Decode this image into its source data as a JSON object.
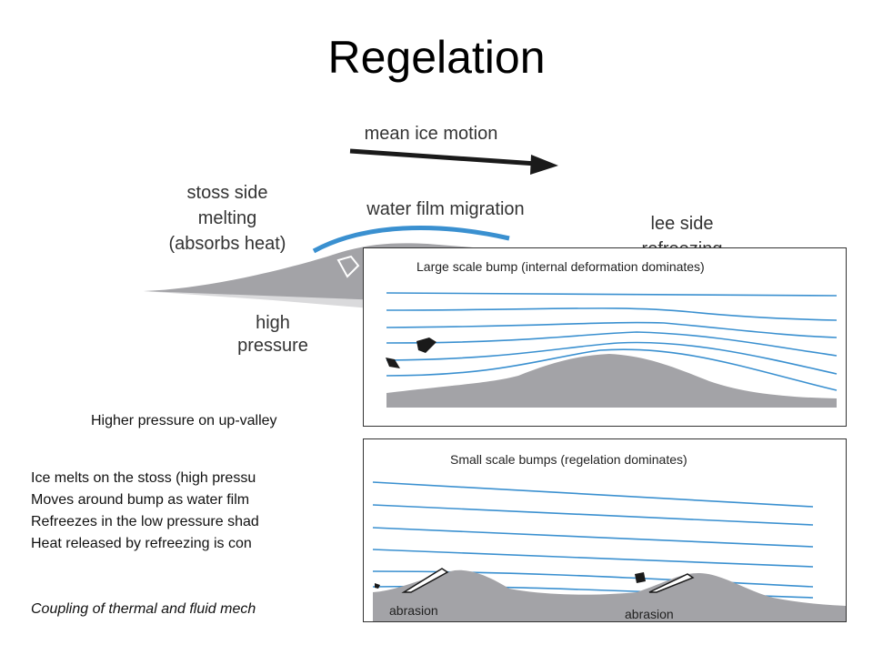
{
  "title": "Regelation",
  "diagram": {
    "mean_ice_motion": "mean ice motion",
    "stoss_side": [
      "stoss side",
      "melting",
      "(absorbs heat)"
    ],
    "water_film": "water film migration",
    "lee_side": [
      "lee side",
      "refreezing"
    ],
    "high_pressure": [
      "high",
      "pressure"
    ]
  },
  "large_panel": {
    "title": "Large scale bump (internal deformation dominates)"
  },
  "small_panel": {
    "title": "Small scale bumps (regelation dominates)",
    "abrasion_1": "abrasion",
    "abrasion_2": "abrasion"
  },
  "text": {
    "line1": "Higher pressure on up-valley",
    "line2": "Ice melts on the stoss (high pressu",
    "line3": "Moves around bump as water film",
    "line4": "Refreezes in the low pressure shad",
    "line5": "Heat released by refreezing is con",
    "line6": "Coupling of thermal and fluid mech"
  },
  "colors": {
    "flow_line": "#3a90d0",
    "bedrock": "#a0a0a4",
    "arrow": "#1a1a1a"
  }
}
